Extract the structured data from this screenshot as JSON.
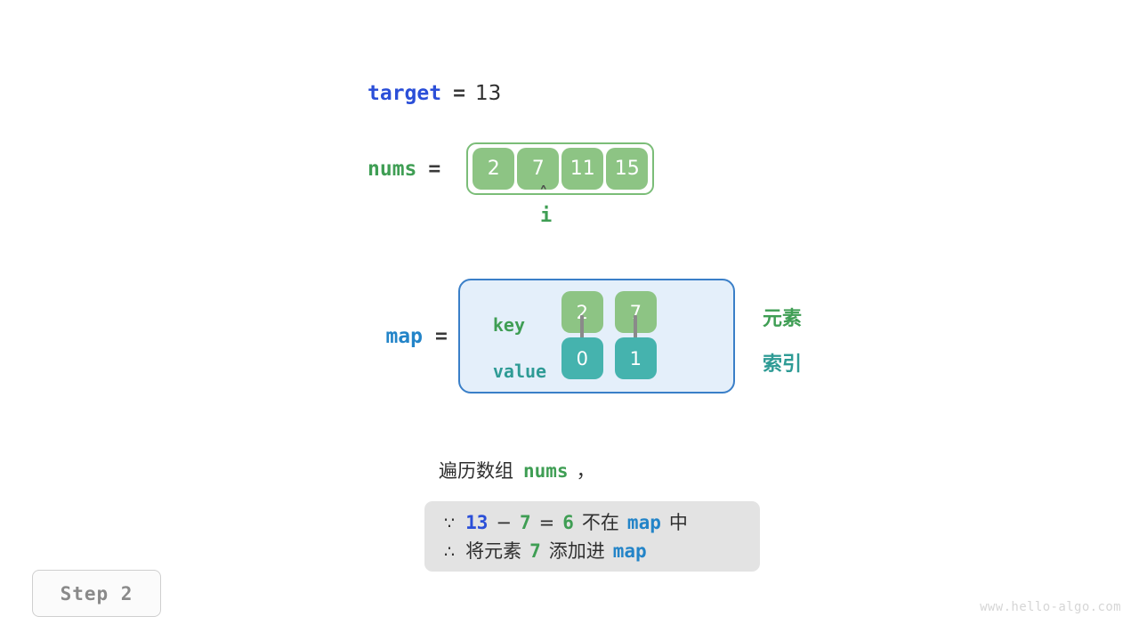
{
  "target": {
    "name": "target",
    "equals": "=",
    "value": "13"
  },
  "nums": {
    "name": "nums",
    "equals": "=",
    "cells": [
      "2",
      "7",
      "11",
      "15"
    ]
  },
  "pointer": {
    "caret": "˄",
    "label": "i",
    "index": 1
  },
  "map": {
    "name": "map",
    "equals": "=",
    "row_labels": {
      "key": "key",
      "value": "value"
    },
    "entries": [
      {
        "key": "2",
        "value": "0"
      },
      {
        "key": "7",
        "value": "1"
      }
    ]
  },
  "legend": {
    "element": "元素",
    "index": "索引"
  },
  "caption": {
    "prefix": "遍历数组",
    "keyword": "nums",
    "suffix": "，"
  },
  "note": {
    "line1": {
      "symbol": "∵",
      "a": "13",
      "minus": "−",
      "b": "7",
      "eq": "=",
      "result": "6",
      "text": "不在",
      "map": "map",
      "tail": "中"
    },
    "line2": {
      "symbol": "∴",
      "text1": "将元素",
      "elem": "7",
      "text2": "添加进",
      "map": "map"
    }
  },
  "step": {
    "label": "Step 2"
  },
  "watermark": {
    "text": "www.hello-algo.com"
  },
  "colors": {
    "green": "#8dc484",
    "teal": "#45b3ae",
    "green_text": "#3f9e54",
    "teal_text": "#2e9b95",
    "blue_target": "#2b4fd8",
    "blue_map": "#2384c8",
    "map_bg": "#e4effa",
    "map_border": "#3a7fc8",
    "note_bg": "#e3e3e3"
  }
}
